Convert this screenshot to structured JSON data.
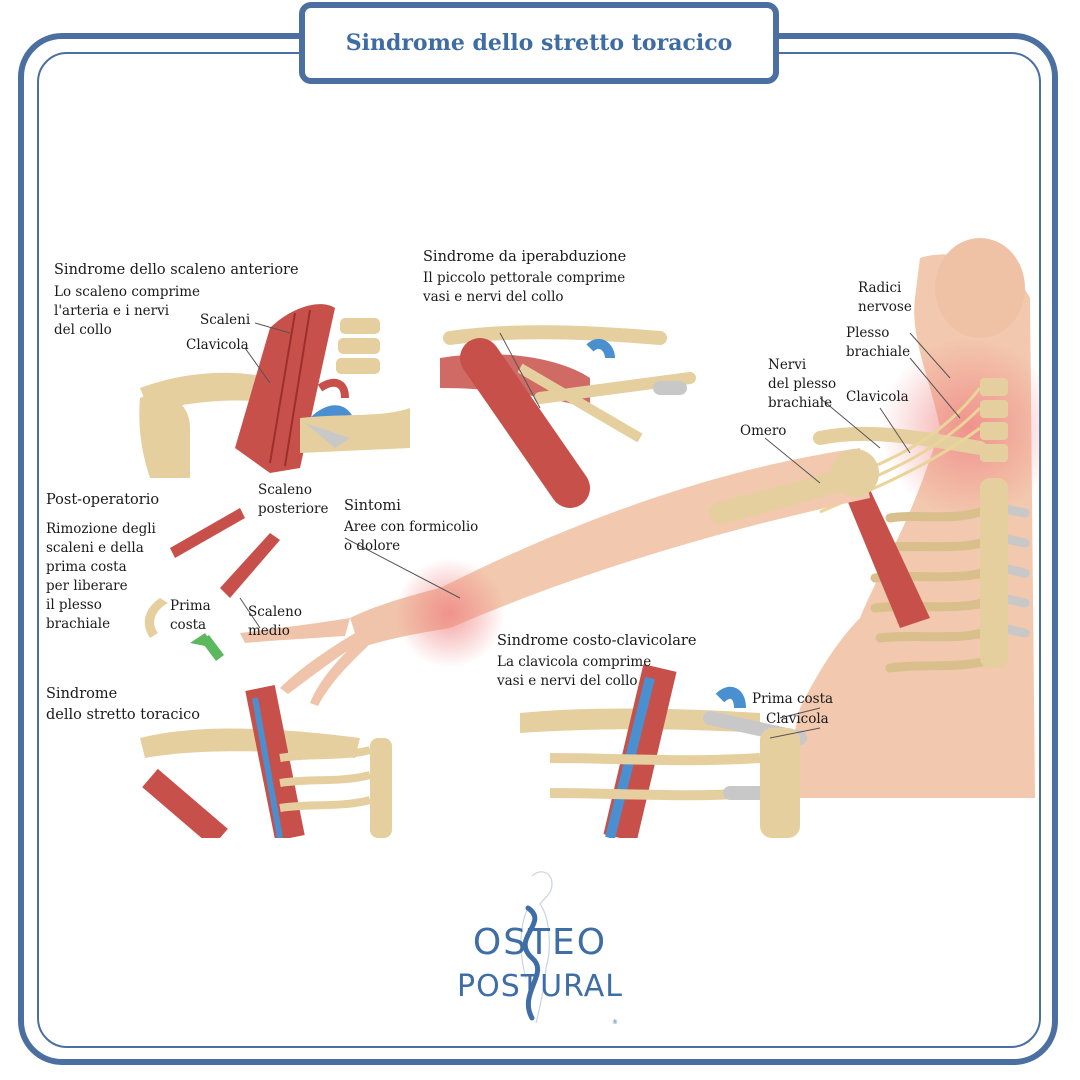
{
  "title": "Sindrome dello stretto toracico",
  "labels": {
    "scaleno_anteriore_title": "Sindrome dello scaleno anteriore",
    "scaleno_anteriore_l1": "Lo scaleno comprime",
    "scaleno_anteriore_l2": "l'arteria e i nervi",
    "scaleno_anteriore_l3": "del collo",
    "scaleni": "Scaleni",
    "clavicola_1": "Clavicola",
    "iperabduzione_title": "Sindrome da iperabduzione",
    "iperabduzione_l1": "Il piccolo pettorale comprime",
    "iperabduzione_l2": "vasi e nervi del collo",
    "radici_l1": "Radici",
    "radici_l2": "nervose",
    "plesso_l1": "Plesso",
    "plesso_l2": "brachiale",
    "nervi_l1": "Nervi",
    "nervi_l2": "del plesso",
    "nervi_l3": "brachiale",
    "clavicola_2": "Clavicola",
    "omero": "Omero",
    "postop_title": "Post-operatorio",
    "postop_l1": "Rimozione degli",
    "postop_l2": "scaleni e della",
    "postop_l3": "prima costa",
    "postop_l4": "per liberare",
    "postop_l5": "il plesso",
    "postop_l6": "brachiale",
    "scaleno_post_l1": "Scaleno",
    "scaleno_post_l2": "posteriore",
    "sintomi_title": "Sintomi",
    "sintomi_l1": "Aree con formicolio",
    "sintomi_l2": "o dolore",
    "prima_costa_l1": "Prima",
    "prima_costa_l2": "costa",
    "scaleno_medio_l1": "Scaleno",
    "scaleno_medio_l2": "medio",
    "stretto_l1": "Sindrome",
    "stretto_l2": "dello stretto toracico",
    "costo_title": "Sindrome costo-clavicolare",
    "costo_l1": "La clavicola comprime",
    "costo_l2": "vasi e nervi del collo",
    "prima_costa_2": "Prima costa",
    "clavicola_3": "Clavicola"
  },
  "logo": {
    "line1": "OSTEO",
    "line2": "POSTURAL",
    "mark": "®"
  },
  "colors": {
    "frame": "#4a6fa0",
    "title": "#3d6da3",
    "muscle": "#c8504a",
    "bone": "#e6cf9f",
    "skin": "#f2c8ae"
  }
}
